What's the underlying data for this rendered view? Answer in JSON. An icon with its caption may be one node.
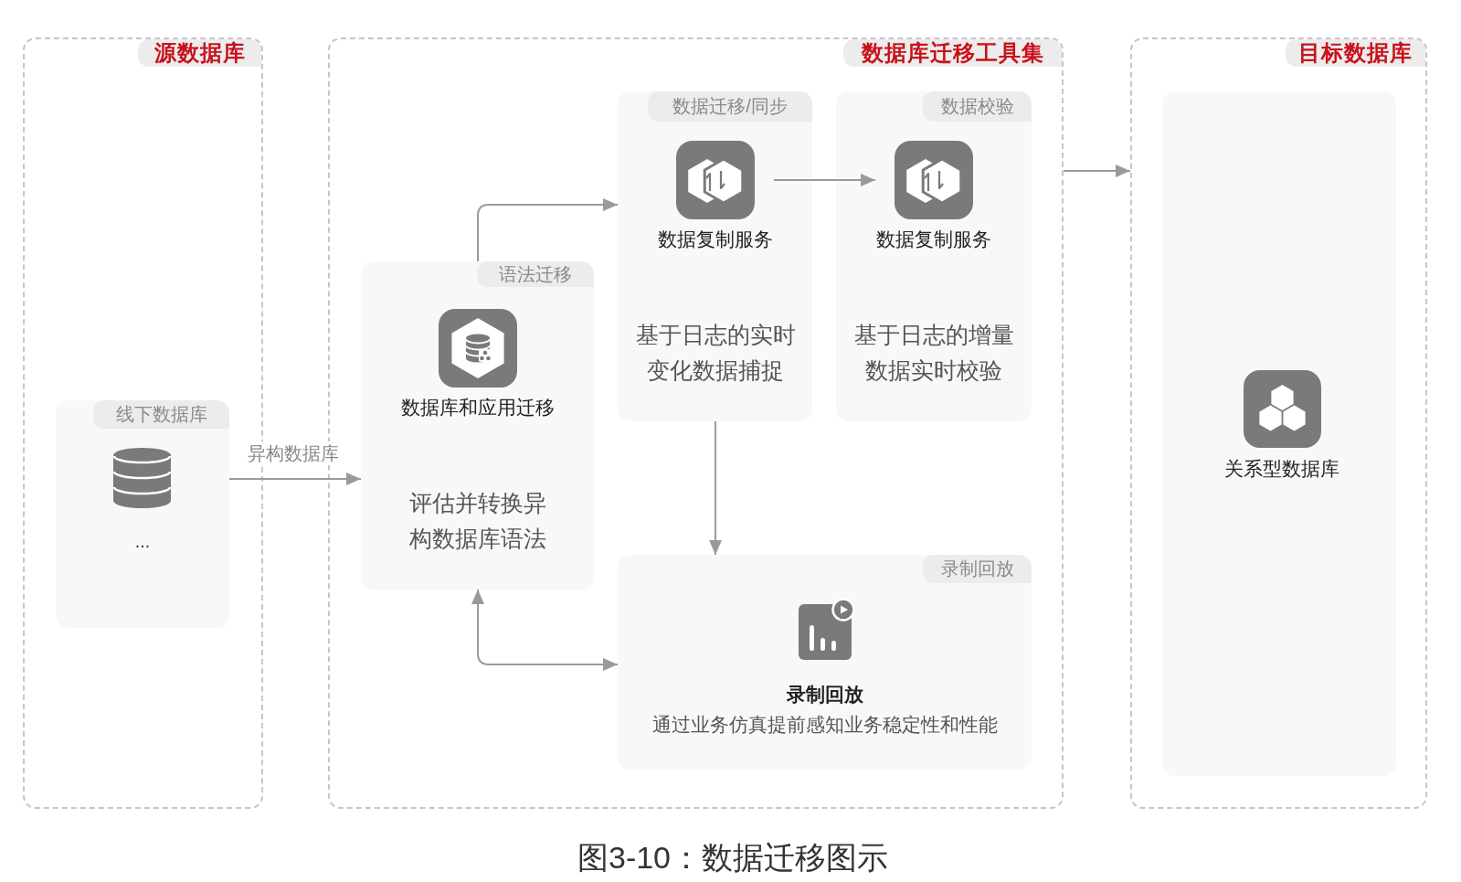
{
  "diagram": {
    "caption": "图3-10：数据迁移图示",
    "nodes": [
      {
        "text": [
          "源数据库"
        ]
      },
      {
        "text": [
          "线下数据库",
          "..."
        ],
        "in": 0
      },
      {
        "text": [
          "数据库迁移工具集"
        ]
      },
      {
        "text": [
          "语法迁移",
          "数据库和应用迁移",
          "评估并转换异构数据库语法"
        ],
        "in": 2
      },
      {
        "text": [
          "数据迁移/同步",
          "基于日志的实时变化数据捕捉"
        ],
        "in": 2
      },
      {
        "text": [
          "数据复制服务"
        ],
        "in": 4
      },
      {
        "text": [
          "数据校验",
          "基于日志的增量数据实时校验"
        ],
        "in": 2
      },
      {
        "text": [
          "数据复制服务"
        ],
        "in": 6
      },
      {
        "text": [
          "录制回放",
          "录制回放",
          "通过业务仿真提前感知业务稳定性和性能"
        ],
        "in": 2
      },
      {
        "text": [
          "目标数据库"
        ]
      },
      {
        "text": [
          "关系型数据库"
        ],
        "in": 9
      }
    ],
    "edges": [
      {
        "from": 1,
        "to": 3,
        "arrow": "to",
        "label": "异构数据库"
      },
      {
        "from": 3,
        "to": 4,
        "arrow": "to"
      },
      {
        "from": 5,
        "to": 7,
        "arrow": "to"
      },
      {
        "from": 4,
        "to": 8,
        "arrow": "to"
      },
      {
        "from": 3,
        "to": 8,
        "arrow": "both"
      },
      {
        "from": 2,
        "to": 9,
        "arrow": "to"
      }
    ]
  }
}
